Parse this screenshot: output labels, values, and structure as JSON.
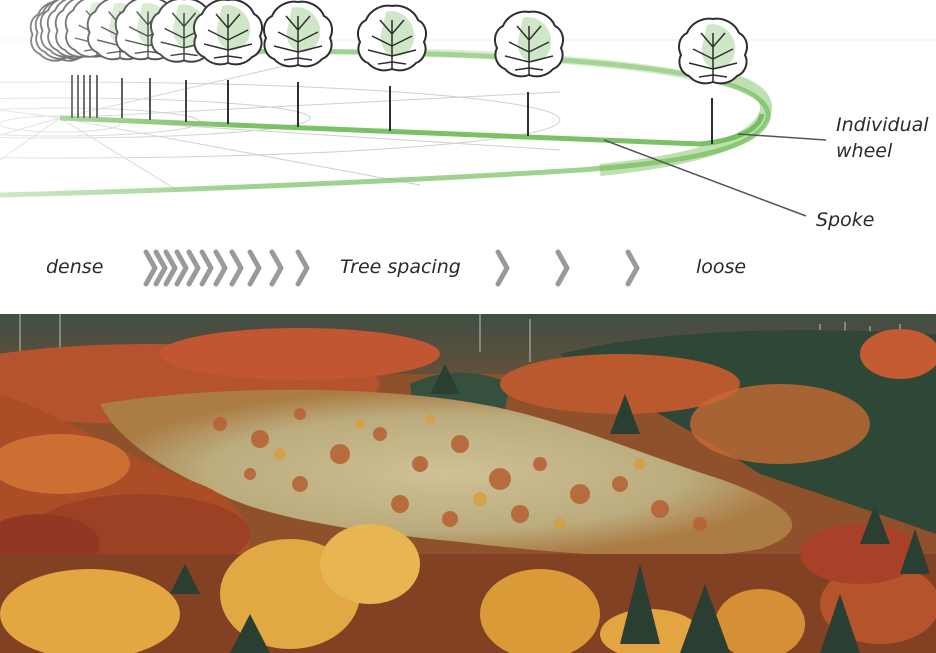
{
  "labels": {
    "individual_wheel": "Individual\nwheel",
    "spoke": "Spoke",
    "dense": "dense",
    "tree_spacing": "Tree spacing",
    "loose": "loose"
  },
  "colors": {
    "accent_green": "#6fba57",
    "line_gray": "#5a5a5a",
    "grid_gray": "#c9c9c9",
    "chevron_gray": "#9a9a9a"
  },
  "icons": [
    "tree-icon",
    "chevron-right-icon"
  ],
  "photo": {
    "description_icon": "forest-photo",
    "palette": [
      "#c2571f",
      "#d9872b",
      "#e6a63a",
      "#8e2f1c",
      "#2f4a36",
      "#c9b98c"
    ]
  }
}
